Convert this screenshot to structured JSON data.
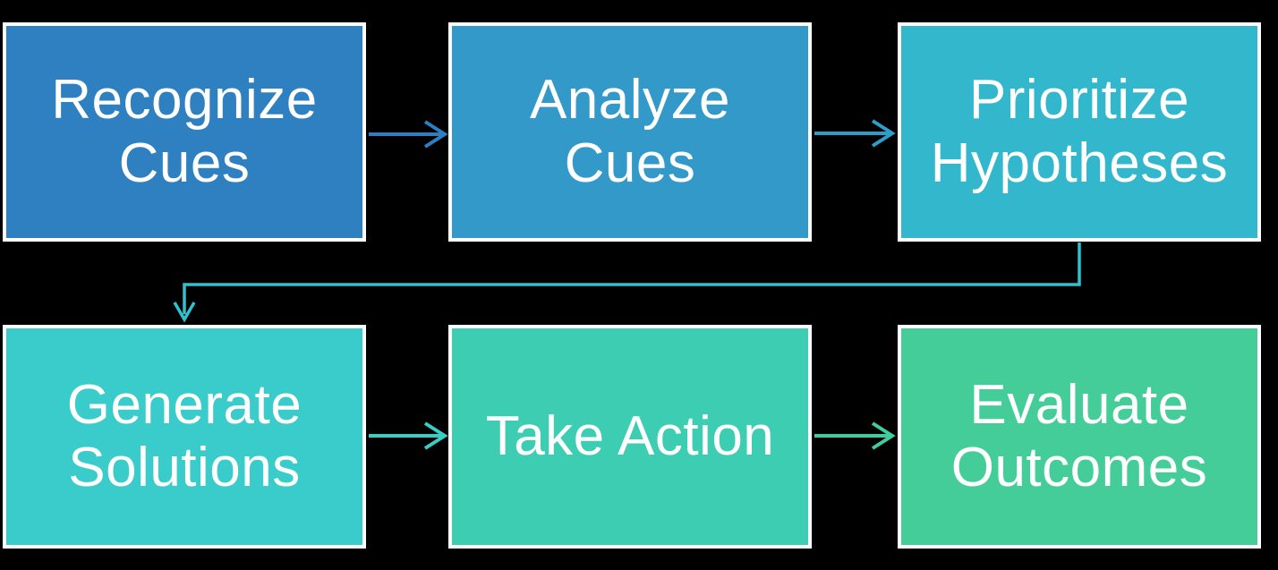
{
  "diagram": {
    "title": "clinical-judgment-process-flowchart",
    "background_color": "#000000",
    "box_border_color": "#FFFFFF",
    "text_color": "#FFFFFF"
  },
  "boxes": [
    {
      "label": "Recognize Cues",
      "line1": "Recognize",
      "line2": "Cues",
      "color": "#2E80C1"
    },
    {
      "label": "Analyze Cues",
      "line1": "Analyze",
      "line2": "Cues",
      "color": "#3399C9"
    },
    {
      "label": "Prioritize Hypotheses",
      "line1": "Prioritize",
      "line2": "Hypotheses",
      "color": "#33B7CC"
    },
    {
      "label": "Generate Solutions",
      "line1": "Generate",
      "line2": "Solutions",
      "color": "#3ACCCA"
    },
    {
      "label": "Take Action",
      "line1": "Take Action",
      "line2": "",
      "color": "#3DCDB3"
    },
    {
      "label": "Evaluate Outcomes",
      "line1": "Evaluate",
      "line2": "Outcomes",
      "color": "#45CD99"
    }
  ],
  "connectors": [
    {
      "from": "Recognize Cues",
      "to": "Analyze Cues",
      "color": "#2E7FC1"
    },
    {
      "from": "Analyze Cues",
      "to": "Prioritize Hypotheses",
      "color": "#2E9EC9"
    },
    {
      "from": "Prioritize Hypotheses",
      "to": "Generate Solutions",
      "color": "#31C1CE"
    },
    {
      "from": "Generate Solutions",
      "to": "Take Action",
      "color": "#3ACDC3"
    },
    {
      "from": "Take Action",
      "to": "Evaluate Outcomes",
      "color": "#3FCD9F"
    }
  ]
}
